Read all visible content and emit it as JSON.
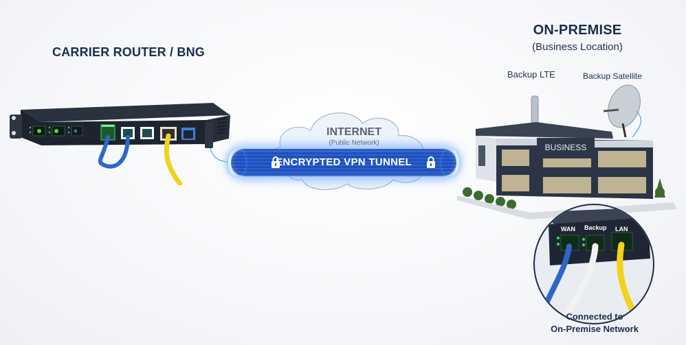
{
  "router": {
    "title": "CARRIER ROUTER / BNG",
    "ports": [
      "sfp-green",
      "sfp-green",
      "sfp-blue",
      "rj45-blue-cable",
      "rj45-blue-cable",
      "rj45-empty",
      "rj45-yellow-cable",
      "rj45-blue-highlight"
    ]
  },
  "internet": {
    "title": "INTERNET",
    "subtitle": "(Public Network)",
    "icon": "cloud-icon"
  },
  "tunnel": {
    "label": "ENCRYPTED VPN TUNNEL",
    "icon_left": "lock-icon",
    "icon_right": "lock-icon"
  },
  "onpremise": {
    "title": "ON-PREMISE",
    "subtitle": "(Business Location)",
    "building_sign": "BUSINESS",
    "backup_lte_label": "Backup LTE",
    "backup_satellite_label": "Backup Satellite"
  },
  "cpe": {
    "ports": [
      {
        "label": "WAN",
        "cable_color": "#2f66c9"
      },
      {
        "label": "Backup",
        "cable_color": "#f2f2f2"
      },
      {
        "label": "LAN",
        "cable_color": "#f2d21b"
      }
    ],
    "caption_line1": "Connected to",
    "caption_line2": "On-Premise Network"
  },
  "colors": {
    "heading": "#1b2f4c",
    "tunnel_blue": "#1f4fb8",
    "glow": "#50a0ff",
    "device_dark": "#232b38",
    "led_green": "#3ddc5a"
  }
}
